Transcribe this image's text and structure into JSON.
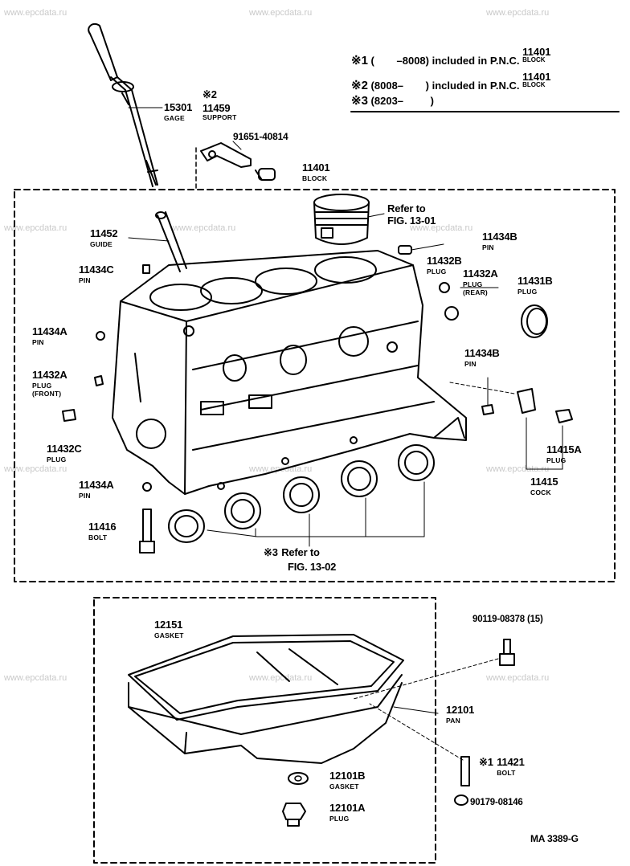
{
  "watermark": "www.epcdata.ru",
  "notes": [
    {
      "mark": "※1",
      "range_open": "(",
      "range_end": "–8008)",
      "text": "included in P.N.C.",
      "pnc": "11401",
      "pnc_name": "BLOCK"
    },
    {
      "mark": "※2",
      "range_open": "(8008–",
      "range_end": ")",
      "text": "included in P.N.C.",
      "pnc": "11401",
      "pnc_name": "BLOCK"
    },
    {
      "mark": "※3",
      "range_open": "(8203–",
      "range_end": ")",
      "text": "",
      "pnc": "",
      "pnc_name": ""
    }
  ],
  "parts": {
    "p15301": {
      "num": "15301",
      "name": "GAGE"
    },
    "p11459": {
      "mark": "※2",
      "num": "11459",
      "name": "SUPPORT"
    },
    "p91651": {
      "num": "91651-40814"
    },
    "p11401": {
      "num": "11401",
      "name": "BLOCK"
    },
    "ref1301": {
      "line1": "Refer to",
      "line2": "FIG. 13-01"
    },
    "p11452": {
      "num": "11452",
      "name": "GUIDE"
    },
    "p11434B_top": {
      "num": "11434B",
      "name": "PIN"
    },
    "p11434C": {
      "num": "11434C",
      "name": "PIN"
    },
    "p11432B": {
      "num": "11432B",
      "name": "PLUG"
    },
    "p11432A_rear": {
      "num": "11432A",
      "name": "PLUG",
      "name2": "(REAR)"
    },
    "p11431B": {
      "num": "11431B",
      "name": "PLUG"
    },
    "p11434A_top": {
      "num": "11434A",
      "name": "PIN"
    },
    "p11434B_mid": {
      "num": "11434B",
      "name": "PIN"
    },
    "p11432A_front": {
      "num": "11432A",
      "name": "PLUG",
      "name2": "(FRONT)"
    },
    "p11432C": {
      "num": "11432C",
      "name": "PLUG"
    },
    "p11415A": {
      "num": "11415A",
      "name": "PLUG"
    },
    "p11415": {
      "num": "11415",
      "name": "COCK"
    },
    "p11434A_bot": {
      "num": "11434A",
      "name": "PIN"
    },
    "p11416": {
      "num": "11416",
      "name": "BOLT"
    },
    "ref1302": {
      "mark": "※3",
      "line1": "Refer to",
      "line2": "FIG. 13-02"
    },
    "p90119": {
      "num": "90119-08378 (15)"
    },
    "p12151": {
      "num": "12151",
      "name": "GASKET"
    },
    "p12101": {
      "num": "12101",
      "name": "PAN"
    },
    "p11421": {
      "mark": "※1",
      "num": "11421",
      "name": "BOLT"
    },
    "p12101B": {
      "num": "12101B",
      "name": "GASKET"
    },
    "p90179": {
      "num": "90179-08146"
    },
    "p12101A": {
      "num": "12101A",
      "name": "PLUG"
    }
  },
  "figure_code": "MA  3389-G"
}
